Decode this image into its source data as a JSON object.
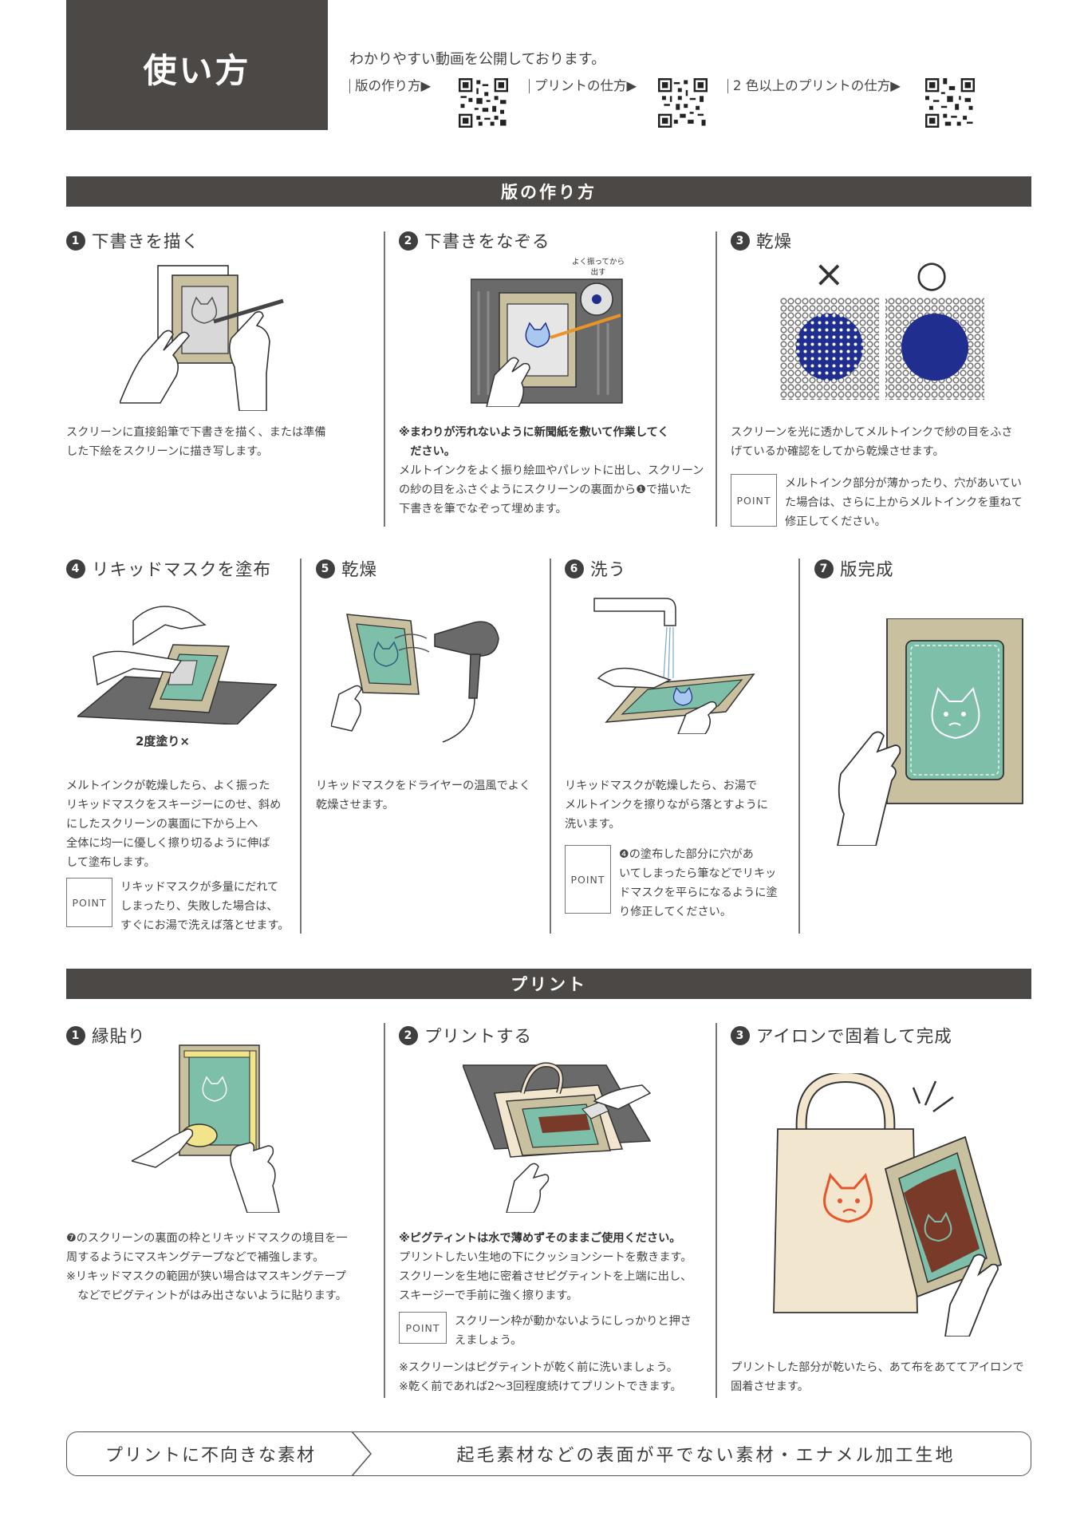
{
  "header": {
    "title": "使い方",
    "intro": "わかりやすい動画を公開しております。",
    "qr_links": [
      {
        "label": "版の作り方▶"
      },
      {
        "label": "プリントの仕方▶"
      },
      {
        "label": "2 色以上のプリントの仕方▶"
      }
    ]
  },
  "section1": {
    "title": "版の作り方",
    "steps": [
      {
        "num": "1",
        "title": "下書きを描く",
        "desc": "スクリーンに直接鉛筆で下書きを描く、または準備\nした下絵をスクリーンに描き写します。"
      },
      {
        "num": "2",
        "title": "下書きをなぞる",
        "callout": "よく振ってから\n出す",
        "note_bold": "※まわりが汚れないように新聞紙を敷いて作業してく\n　ださい。",
        "desc": "メルトインクをよく振り絵皿やパレットに出し、スクリーン\nの紗の目をふさぐようにスクリーンの裏面から❶で描いた\n下書きを筆でなぞって埋めます。"
      },
      {
        "num": "3",
        "title": "乾燥",
        "bad_mark": "×",
        "good_mark": "○",
        "desc": "スクリーンを光に透かしてメルトインクで紗の目をふさ\nげているか確認をしてから乾燥させます。",
        "point_label": "POINT",
        "point": "メルトインク部分が薄かったり、穴があいてい\nた場合は、さらに上からメルトインクを重ねて\n修正してください。"
      },
      {
        "num": "4",
        "title": "リキッドマスクを塗布",
        "caption": "2度塗り×",
        "desc": "メルトインクが乾燥したら、よく振った\nリキッドマスクをスキージーにのせ、斜め\nにしたスクリーンの裏面に下から上へ\n全体に均一に優しく擦り切るように伸ば\nして塗布します。",
        "point_label": "POINT",
        "point": "リキッドマスクが多量にだれて\nしまったり、失敗した場合は、\nすぐにお湯で洗えば落とせます。"
      },
      {
        "num": "5",
        "title": "乾燥",
        "desc": "リキッドマスクをドライヤーの温風でよく\n乾燥させます。"
      },
      {
        "num": "6",
        "title": "洗う",
        "desc": "リキッドマスクが乾燥したら、お湯で\nメルトインクを擦りながら落とすように\n洗います。",
        "point_label": "POINT",
        "point": "❹の塗布した部分に穴があ\nいてしまったら筆などでリキッ\nドマスクを平らになるように塗\nり修正してください。"
      },
      {
        "num": "7",
        "title": "版完成"
      }
    ]
  },
  "section2": {
    "title": "プリント",
    "steps": [
      {
        "num": "1",
        "title": "縁貼り",
        "desc": "❼のスクリーンの裏面の枠とリキッドマスクの境目を一\n周するようにマスキングテープなどで補強します。\n※リキッドマスクの範囲が狭い場合はマスキングテープ\n　などでピグティントがはみ出さないように貼ります。"
      },
      {
        "num": "2",
        "title": "プリントする",
        "note_bold": "※ピグティントは水で薄めずそのままご使用ください。",
        "desc": "プリントしたい生地の下にクッションシートを敷きます。\nスクリーンを生地に密着させピグティントを上端に出し、\nスキージーで手前に強く擦ります。",
        "point_label": "POINT",
        "point": "スクリーン枠が動かないようにしっかりと押さ\nえましょう。",
        "note2": "※スクリーンはピグティントが乾く前に洗いましょう。\n※乾く前であれば2〜3回程度続けてプリントできます。"
      },
      {
        "num": "3",
        "title": "アイロンで固着して完成",
        "desc": "プリントした部分が乾いたら、あて布をあててアイロンで\n固着させます。"
      }
    ]
  },
  "footer": {
    "label": "プリントに不向きな素材",
    "value": "起毛素材などの表面が平でない素材・エナメル加工生地"
  },
  "colors": {
    "dark_bar": "#4b4846",
    "mint": "#7dbfa8",
    "frame": "#c9c0a0",
    "navy": "#1f2e8f",
    "brown": "#7a3a2a",
    "orange": "#e5552b",
    "accent_orange": "#e8942a"
  }
}
